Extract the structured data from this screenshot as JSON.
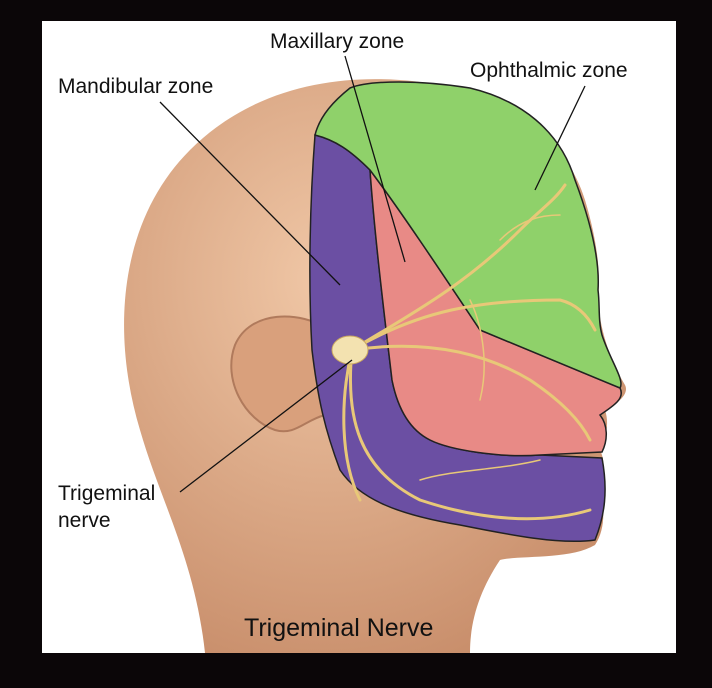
{
  "labels": {
    "maxillary": "Maxillary zone",
    "ophthalmic": "Ophthalmic zone",
    "mandibular": "Mandibular zone",
    "trigeminal_line1": "Trigeminal",
    "trigeminal_line2": "nerve"
  },
  "title": "Trigeminal Nerve",
  "colors": {
    "skin": "#e2b08c",
    "ophthalmic": "#8fd16a",
    "maxillary": "#e88a86",
    "mandibular": "#6b4fa3",
    "nerve": "#e8c878"
  }
}
